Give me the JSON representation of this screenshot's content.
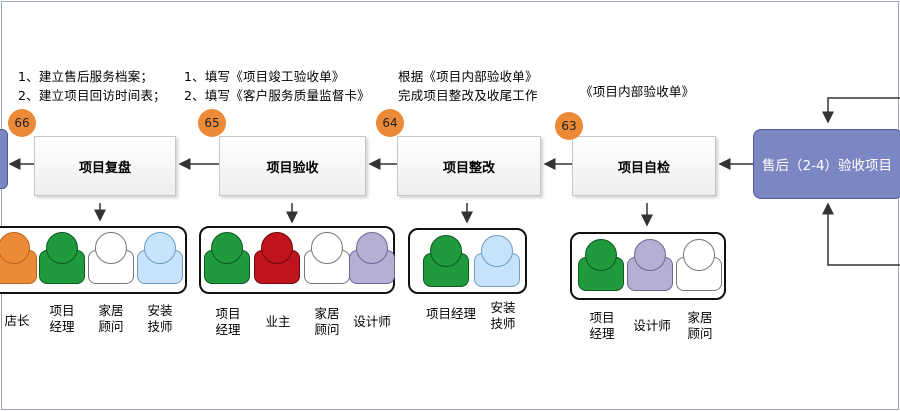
{
  "notes": {
    "n1_line1": "1、建立售后服务档案；",
    "n1_line2": "2、建立项目回访时间表；",
    "n2_line1": "1、填写《项目竣工验收单》",
    "n2_line2": "2、填写《客户服务质量监督卡》",
    "n3_line1": "根据《项目内部验收单》",
    "n3_line2": "完成项目整改及收尾工作",
    "n4_line1": "《项目内部验收单》"
  },
  "start_node": {
    "label": "售后（2-4）验收项目"
  },
  "steps": [
    {
      "badge": "66",
      "label": "项目复盘"
    },
    {
      "badge": "65",
      "label": "项目验收"
    },
    {
      "badge": "64",
      "label": "项目整改"
    },
    {
      "badge": "63",
      "label": "项目自检"
    }
  ],
  "roles": {
    "g66": [
      "店长",
      "项目\n经理",
      "家居\n顾问",
      "安装\n技师"
    ],
    "g65": [
      "项目\n经理",
      "业主",
      "家居\n顾问",
      "设计师"
    ],
    "g64": [
      "项目经理",
      "安装\n技师"
    ],
    "g63": [
      "项目\n经理",
      "设计师",
      "家居\n顾问"
    ]
  },
  "colors": {
    "orange": "#ec8a37",
    "green": "#1f9a3c",
    "red": "#c0141c",
    "white": "#ffffff",
    "lightblue": "#c6e3fb",
    "purple": "#b6afd3",
    "start_fill": "#7b86c2",
    "badge": "#ec8a37"
  }
}
